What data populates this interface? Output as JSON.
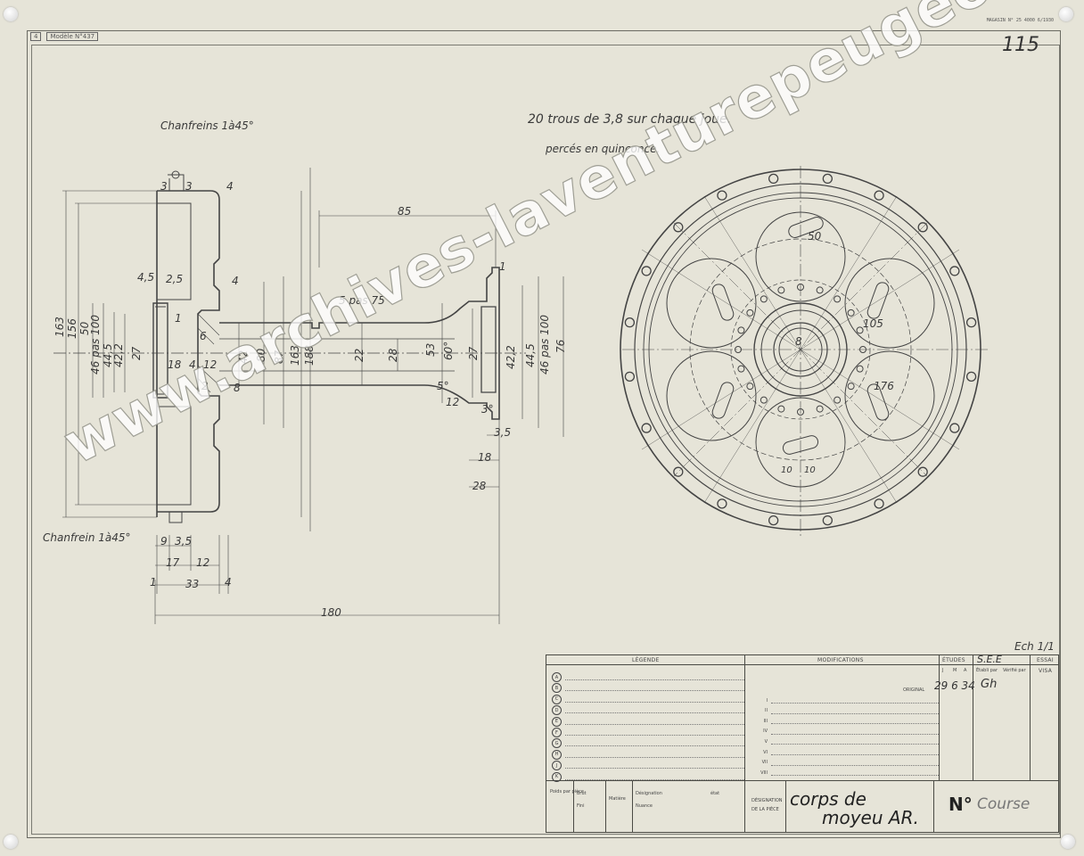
{
  "header": {
    "sheet_tag": "4",
    "sheet_size": "Modèle N°437",
    "corner_code": "MAGASIN N° 25 4000 6/1930",
    "sheet_number": "115"
  },
  "notes": {
    "holes_line1": "20 trous de 3,8 sur chaque joue.",
    "holes_line2": "percés en quinconce.",
    "chamfer_top": "Chanfreins 1à45°",
    "chamfer_bottom": "Chanfrein 1à45°",
    "scale": "Ech 1/1"
  },
  "dimensions": {
    "d85": "85",
    "d180": "180",
    "d163": "163",
    "d156": "156",
    "d50": "50",
    "d46": "46 pas 100",
    "d44": "44,5",
    "d42": "42,2",
    "d27": "27",
    "d18": "18",
    "d4": "4",
    "d12": "12",
    "d6": "6",
    "d2": "2",
    "d8": "8",
    "d42b": "42",
    "d80": "80",
    "d87": "87",
    "d163b": "163",
    "d188": "188",
    "d22": "22",
    "d28": "28",
    "d53": "53",
    "d60": "60°",
    "d27b": "27",
    "d42c": "42,2",
    "d44b": "44,5",
    "d46b": "46 pas 100",
    "d76": "76",
    "d5pas": "5 pas 75",
    "d45": "4,5",
    "d25": "2,5",
    "d3a": "3",
    "d3b": "3",
    "d4top": "4",
    "d4mid": "4",
    "d1": "1",
    "d1b": "1",
    "d35": "3,5",
    "d18b": "18",
    "d28b": "28",
    "d9": "9",
    "d35b": "3,5",
    "d17": "17",
    "d12b": "12",
    "d1c": "1",
    "d33": "33",
    "d4c": "4",
    "d5deg": "5°",
    "d12c": "12",
    "d3deg": "3°",
    "d50r": "50",
    "d105": "105",
    "d176": "176",
    "d8r": "8",
    "d10a": "10",
    "d10b": "10"
  },
  "title_block": {
    "legend_header": "LÉGENDE",
    "modifications_header": "MODIFICATIONS",
    "etudes_header": "ÉTUDES",
    "etudes_ref": "S.E.E",
    "essai_header": "ESSAI",
    "visa_header": "VISA",
    "col_j": "J",
    "col_m": "M",
    "col_a": "A",
    "col_etabli": "Établi par",
    "col_verifie": "Vérifié par",
    "original_label": "ORIGINAL",
    "original_date": "29 6 34",
    "original_sig": "Gh",
    "legend_letters": [
      "A",
      "B",
      "C",
      "D",
      "E",
      "F",
      "G",
      "H",
      "J",
      "K"
    ],
    "mod_numbers": [
      "I",
      "II",
      "III",
      "IV",
      "V",
      "VI",
      "VII",
      "VIII"
    ],
    "poids_label": "Poids par pièce",
    "brut": "Brut",
    "fini": "Fini",
    "matiere": "Matière",
    "designation_label": "Désignation",
    "nuance_label": "Nuance",
    "etat_label": "état",
    "piece_designation_label": "DÉSIGNATION DE LA PIÈCE",
    "designation_line1": "corps de",
    "designation_line2": "moyeu AR.",
    "numero_label": "N°",
    "numero_value": "Course"
  },
  "watermark": "www.archives-laventurepeugeotcitroendsc.com",
  "colors": {
    "paper": "#e6e4d8",
    "ink": "#3b3b3b"
  }
}
